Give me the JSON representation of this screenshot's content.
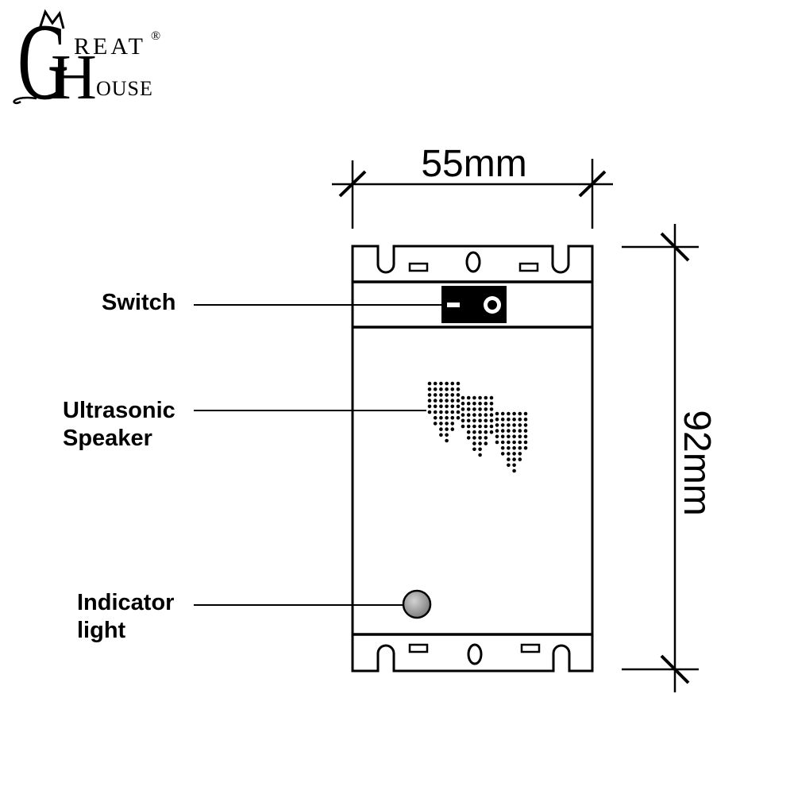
{
  "logo": {
    "letter_g": "G",
    "letter_h": "H",
    "top_text": "REAT",
    "bottom_text": "OUSE",
    "registered": "®"
  },
  "dimensions": {
    "width": "55mm",
    "height": "92mm"
  },
  "labels": {
    "switch": "Switch",
    "speaker_line1": "Ultrasonic",
    "speaker_line2": "Speaker",
    "indicator_line1": "Indicator",
    "indicator_line2": "light"
  },
  "colors": {
    "stroke": "#000000",
    "background": "#ffffff",
    "switch_body": "#000000",
    "indicator_light": "#d2d2d2",
    "indicator_dark": "#7c7c7c"
  }
}
